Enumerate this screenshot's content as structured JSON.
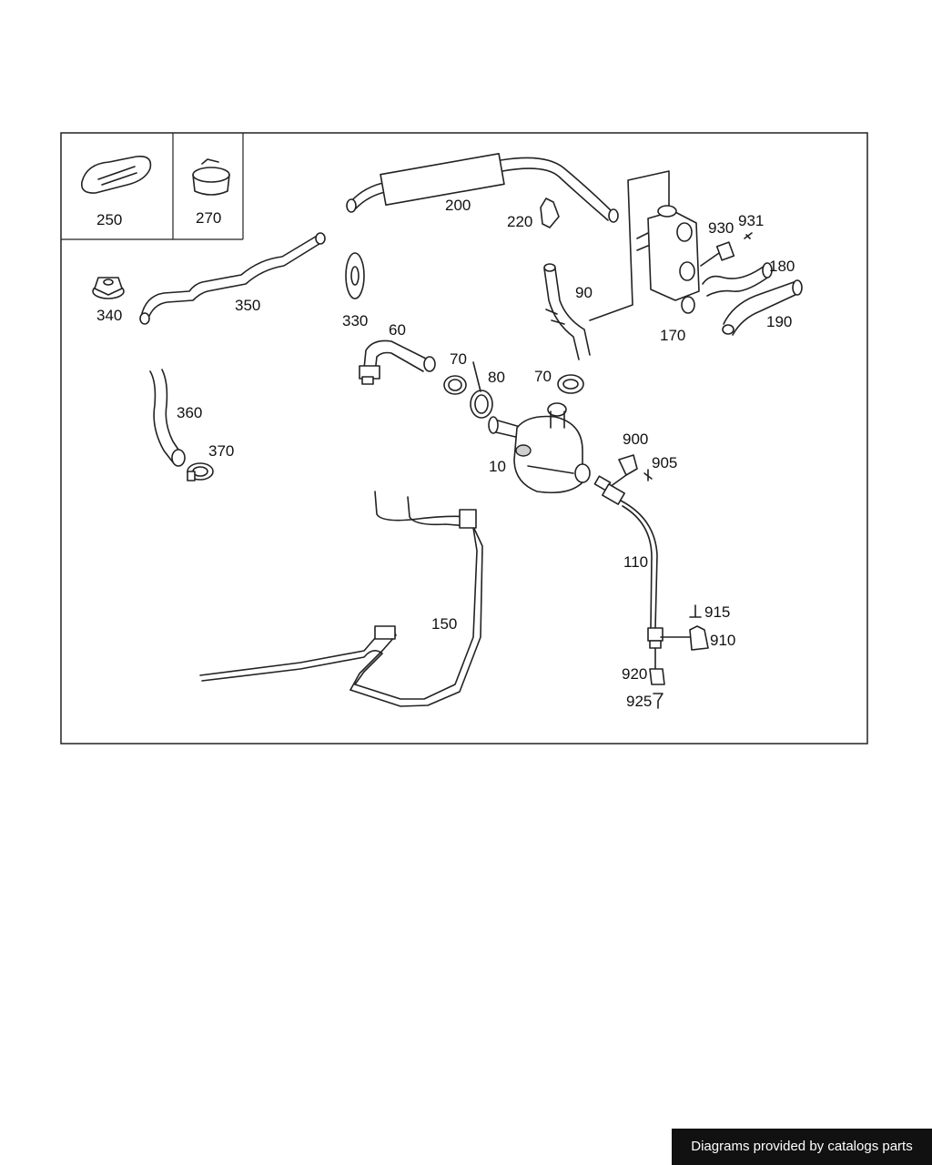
{
  "callouts": [
    {
      "id": "c250",
      "text": "250"
    },
    {
      "id": "c270",
      "text": "270"
    },
    {
      "id": "c200",
      "text": "200"
    },
    {
      "id": "c220",
      "text": "220"
    },
    {
      "id": "c930",
      "text": "930"
    },
    {
      "id": "c931",
      "text": "931"
    },
    {
      "id": "c180",
      "text": "180"
    },
    {
      "id": "c350",
      "text": "350"
    },
    {
      "id": "c340",
      "text": "340"
    },
    {
      "id": "c330",
      "text": "330"
    },
    {
      "id": "c90",
      "text": "90"
    },
    {
      "id": "c190",
      "text": "190"
    },
    {
      "id": "c170",
      "text": "170"
    },
    {
      "id": "c60",
      "text": "60"
    },
    {
      "id": "c70a",
      "text": "70"
    },
    {
      "id": "c80",
      "text": "80"
    },
    {
      "id": "c70b",
      "text": "70"
    },
    {
      "id": "c360",
      "text": "360"
    },
    {
      "id": "c370",
      "text": "370"
    },
    {
      "id": "c900",
      "text": "900"
    },
    {
      "id": "c905",
      "text": "905"
    },
    {
      "id": "c10",
      "text": "10"
    },
    {
      "id": "c110",
      "text": "110"
    },
    {
      "id": "c150",
      "text": "150"
    },
    {
      "id": "c915",
      "text": "915"
    },
    {
      "id": "c910",
      "text": "910"
    },
    {
      "id": "c920",
      "text": "920"
    },
    {
      "id": "c925",
      "text": "925"
    }
  ],
  "footer": {
    "text": "Diagrams provided by catalogs parts"
  }
}
